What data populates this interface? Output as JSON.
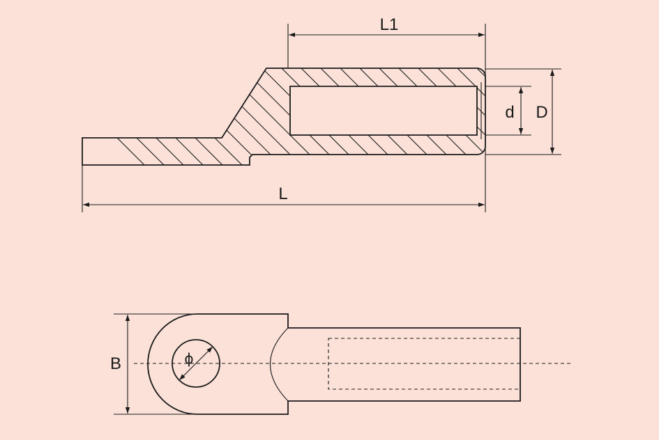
{
  "background_color": "#fbe1d8",
  "line_color": "#1a1a1a",
  "side_view": {
    "dim_L1": "L1",
    "dim_L": "L",
    "dim_d": "d",
    "dim_D": "D"
  },
  "top_view": {
    "dim_B": "B",
    "dim_phi": "ϕ"
  }
}
